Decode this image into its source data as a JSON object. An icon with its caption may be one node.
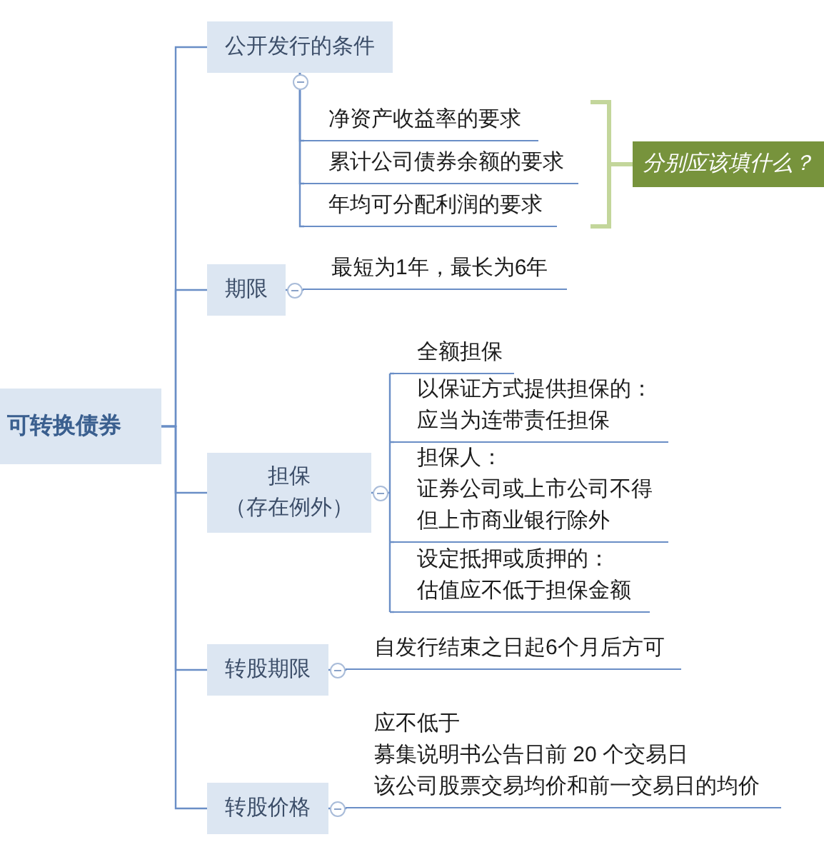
{
  "diagram": {
    "nodes": [
      {
        "text": [
          "可转换债券"
        ]
      },
      {
        "text": [
          "公开发行的条件"
        ]
      },
      {
        "text": [
          "净资产收益率的要求"
        ]
      },
      {
        "text": [
          "累计公司债券余额的要求"
        ]
      },
      {
        "text": [
          "年均可分配利润的要求"
        ]
      },
      {
        "text": [],
        "shape": "bracket"
      },
      {
        "text": [
          "分别应该填什么？"
        ]
      },
      {
        "text": [
          "期限"
        ]
      },
      {
        "text": [
          "最短为1年，最长为6年"
        ]
      },
      {
        "text": [
          "担保",
          "（存在例外）"
        ]
      },
      {
        "text": [
          "全额担保"
        ]
      },
      {
        "text": [
          "以保证方式提供担保的：",
          "应当为连带责任担保"
        ]
      },
      {
        "text": [
          "担保人：",
          "证券公司或上市公司不得但上市商业银行除外"
        ]
      },
      {
        "text": [
          "设定抵押或质押的：",
          "估值应不低于担保金额"
        ]
      },
      {
        "text": [
          "转股期限"
        ]
      },
      {
        "text": [
          "自发行结束之日起6个月后方可"
        ]
      },
      {
        "text": [
          "转股价格"
        ]
      },
      {
        "text": [
          "应不低于",
          "募集说明书公告日前 20 个交易日",
          "该公司股票交易均价和前一交易日的均价"
        ]
      }
    ],
    "edges": [
      {
        "from": 0,
        "to": 1,
        "arrow": "none"
      },
      {
        "from": 0,
        "to": 7,
        "arrow": "none"
      },
      {
        "from": 0,
        "to": 9,
        "arrow": "none"
      },
      {
        "from": 0,
        "to": 14,
        "arrow": "none"
      },
      {
        "from": 0,
        "to": 16,
        "arrow": "none"
      },
      {
        "from": 1,
        "to": 2,
        "arrow": "none"
      },
      {
        "from": 1,
        "to": 3,
        "arrow": "none"
      },
      {
        "from": 1,
        "to": 4,
        "arrow": "none"
      },
      {
        "from": 5,
        "to": 6,
        "arrow": "none",
        "style": "thick",
        "color": "#c3d69b"
      },
      {
        "from": 7,
        "to": 8,
        "arrow": "none"
      },
      {
        "from": 9,
        "to": 10,
        "arrow": "none"
      },
      {
        "from": 9,
        "to": 11,
        "arrow": "none"
      },
      {
        "from": 9,
        "to": 12,
        "arrow": "none"
      },
      {
        "from": 9,
        "to": 13,
        "arrow": "none"
      },
      {
        "from": 14,
        "to": 15,
        "arrow": "none"
      },
      {
        "from": 16,
        "to": 17,
        "arrow": "none"
      }
    ]
  }
}
